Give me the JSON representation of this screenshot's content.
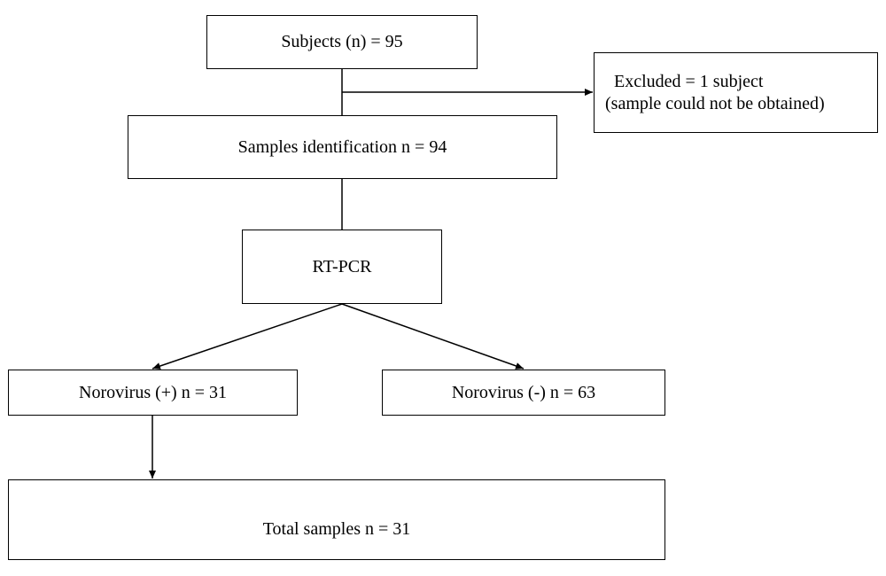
{
  "flowchart": {
    "subjects": "Subjects (n) = 95",
    "excluded_line1": "Excluded = 1 subject",
    "excluded_line2": "(sample could not be obtained)",
    "samples_identification": "Samples identification n = 94",
    "rt_pcr": "RT-PCR",
    "norovirus_positive": "Norovirus (+) n = 31",
    "norovirus_negative": "Norovirus (-) n = 63",
    "total_samples": "Total samples n = 31"
  },
  "colors": {
    "stroke": "#000000",
    "background": "#ffffff"
  }
}
